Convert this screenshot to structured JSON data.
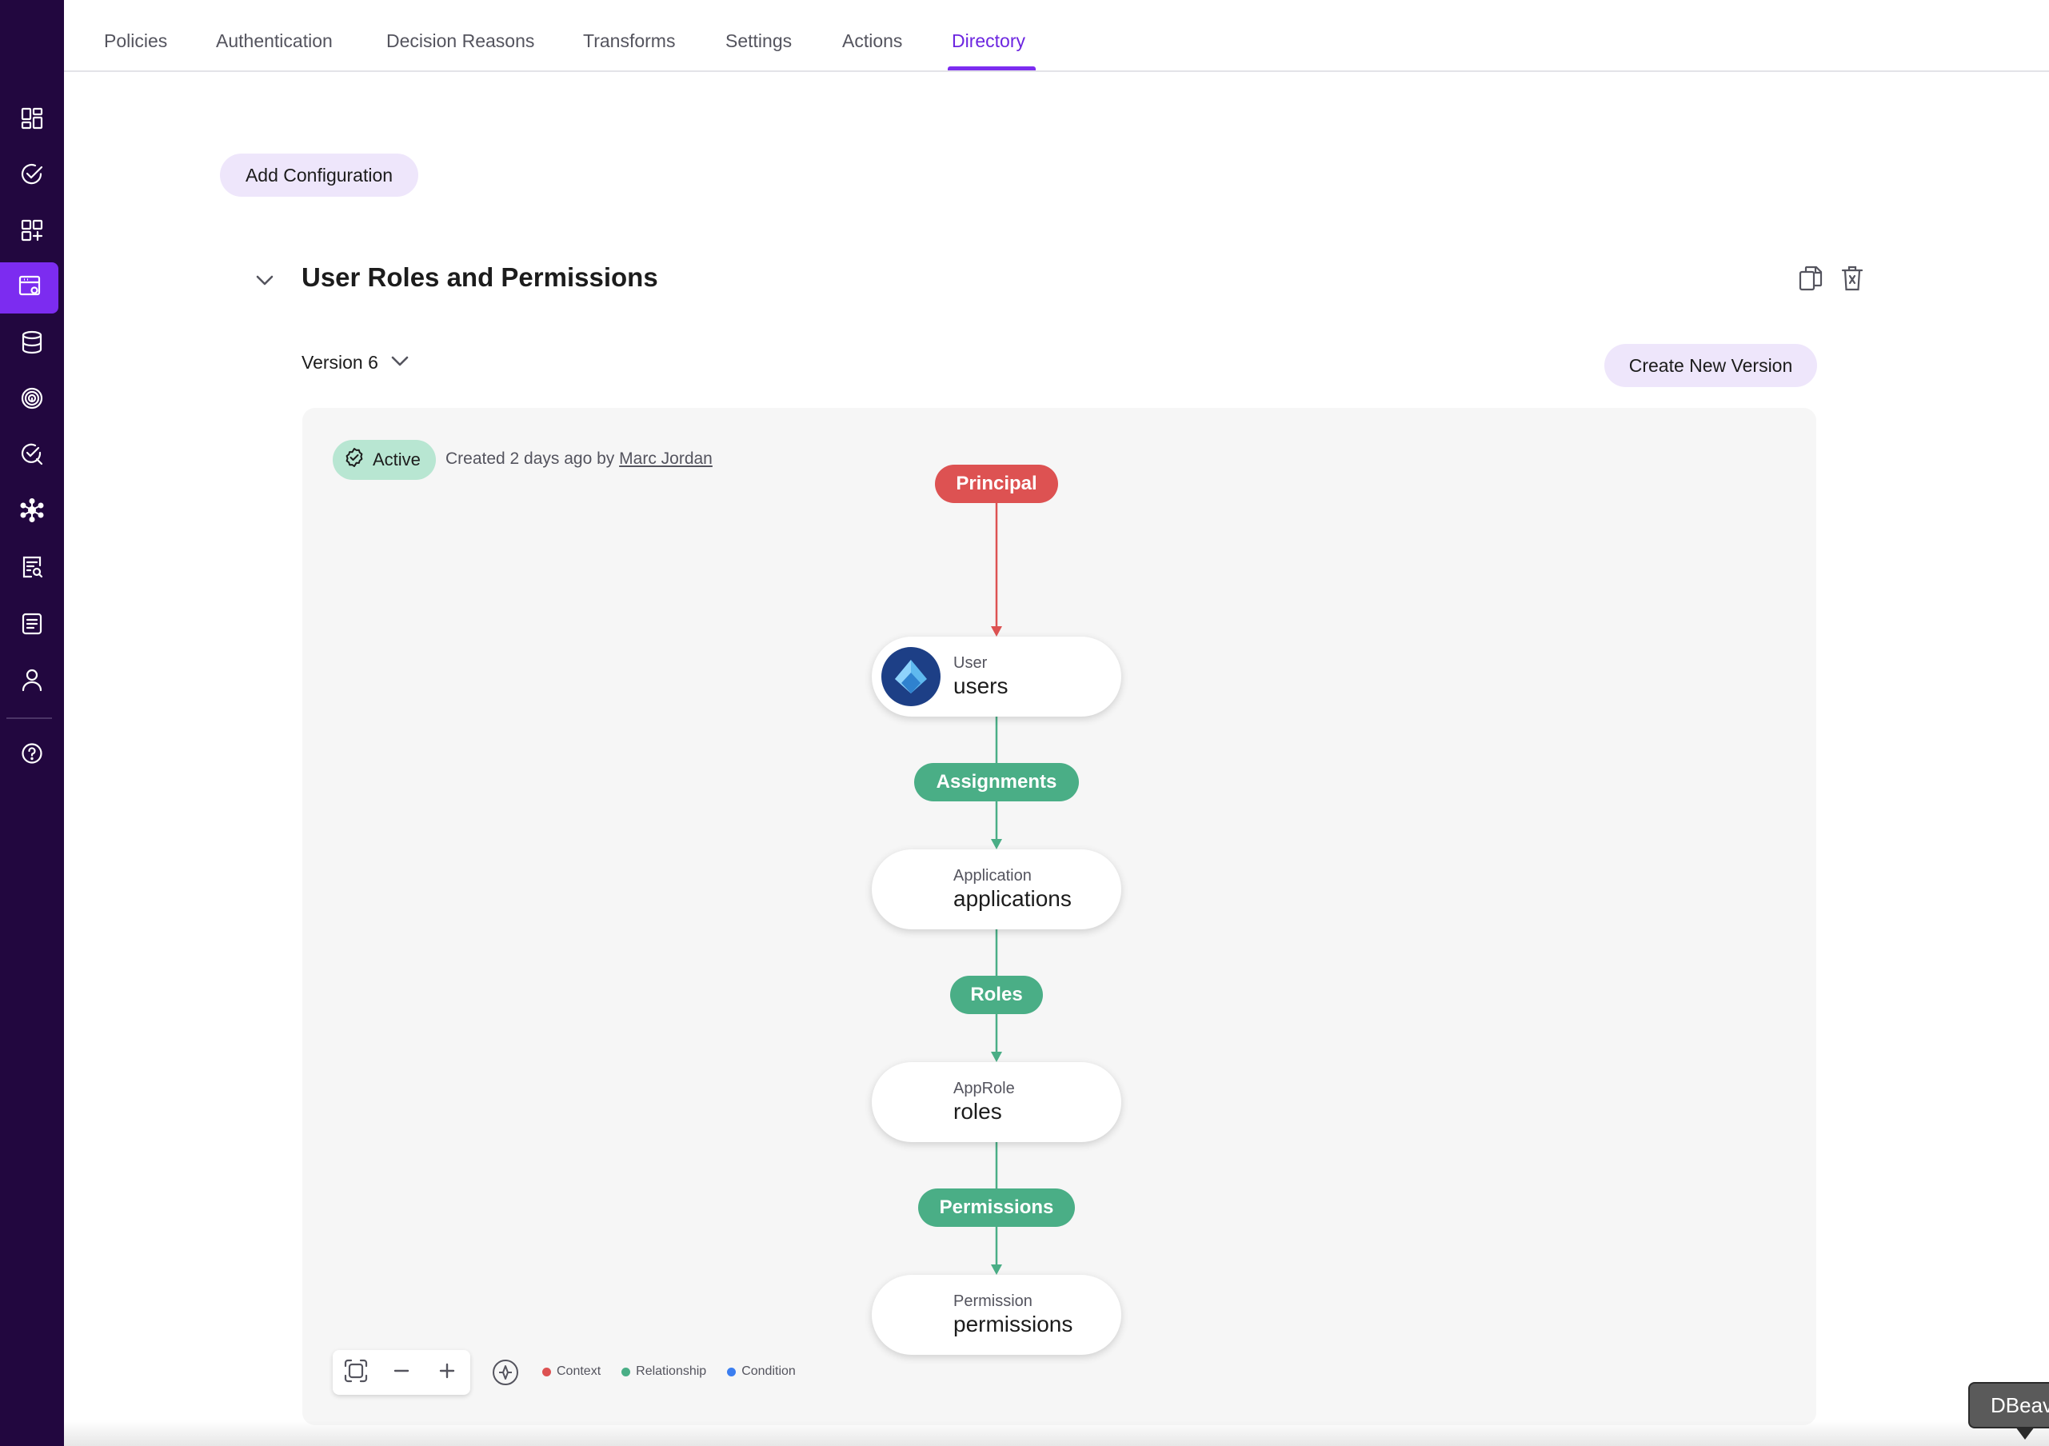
{
  "sidebar": {
    "logo_icon": "brand-waveform-logo",
    "items": [
      {
        "icon": "dashboard-icon",
        "active": false
      },
      {
        "icon": "check-circle-icon",
        "active": false
      },
      {
        "icon": "apps-add-icon",
        "active": false
      },
      {
        "icon": "directory-icon",
        "active": true
      },
      {
        "icon": "database-icon",
        "active": false
      },
      {
        "icon": "fingerprint-icon",
        "active": false
      },
      {
        "icon": "search-check-icon",
        "active": false
      },
      {
        "icon": "network-hub-icon",
        "active": false
      },
      {
        "icon": "document-search-icon",
        "active": false
      },
      {
        "icon": "list-document-icon",
        "active": false
      },
      {
        "icon": "user-icon",
        "active": false
      },
      {
        "icon": "help-icon",
        "active": false
      }
    ],
    "accent": "#7c2cf0",
    "background": "#22073f"
  },
  "tabs": [
    {
      "label": "Policies"
    },
    {
      "label": "Authentication"
    },
    {
      "label": "Decision Reasons"
    },
    {
      "label": "Transforms"
    },
    {
      "label": "Settings"
    },
    {
      "label": "Actions"
    },
    {
      "label": "Directory",
      "active": true
    }
  ],
  "add_configuration_label": "Add Configuration",
  "section": {
    "title": "User Roles and Permissions",
    "version_label": "Version 6",
    "create_version_label": "Create New Version"
  },
  "graph": {
    "status": "Active",
    "created_text": "Created 2 days ago by",
    "author": "Marc Jordan",
    "root_label": "Principal",
    "nodes": [
      {
        "type": "User",
        "name": "users",
        "icon": "azure-ad-icon"
      },
      {
        "type": "Application",
        "name": "applications",
        "icon": "waveform-icon"
      },
      {
        "type": "AppRole",
        "name": "roles",
        "icon": "waveform-icon"
      },
      {
        "type": "Permission",
        "name": "permissions",
        "icon": "waveform-icon"
      }
    ],
    "edges": [
      {
        "label": "Assignments",
        "kind": "relationship"
      },
      {
        "label": "Roles",
        "kind": "relationship"
      },
      {
        "label": "Permissions",
        "kind": "relationship"
      }
    ],
    "legend": [
      {
        "label": "Context",
        "color": "#dd5252"
      },
      {
        "label": "Relationship",
        "color": "#4aae86"
      },
      {
        "label": "Condition",
        "color": "#3b7ef0"
      }
    ]
  },
  "tooltip_text": "DBeaver"
}
